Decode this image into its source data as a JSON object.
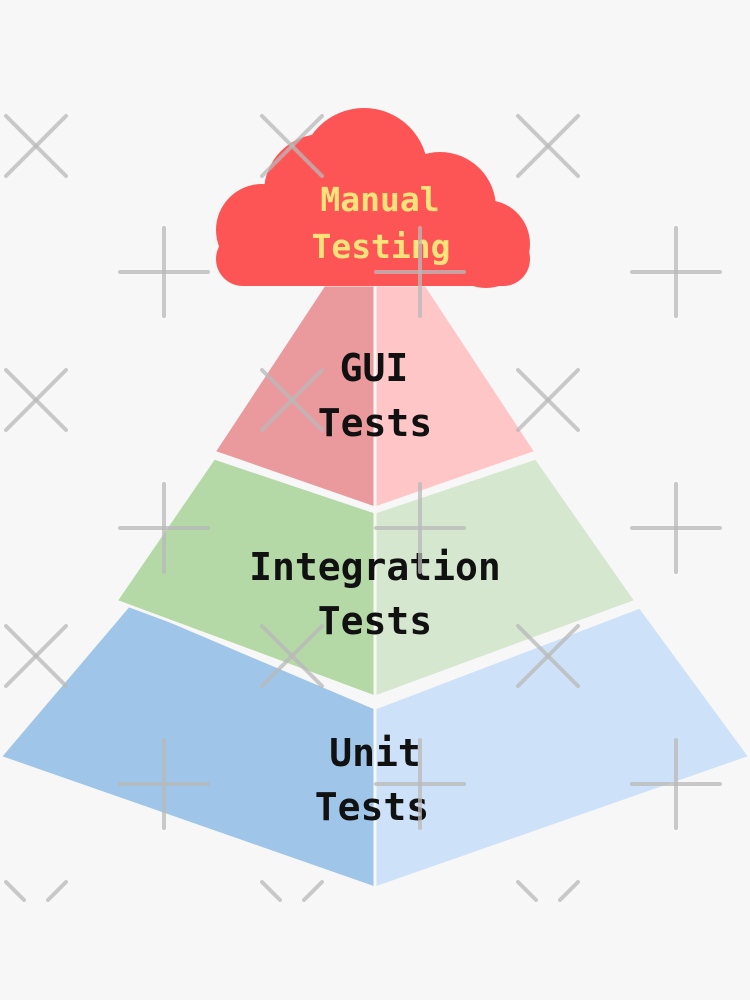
{
  "diagram": {
    "cloud": {
      "line1": "Manual",
      "line2": "Testing",
      "fill": "#fd5555",
      "text_color": "#ffe27a"
    },
    "tiers": [
      {
        "line1": "GUI",
        "line2": "Tests",
        "fill_left": "#ea9a9d",
        "fill_right": "#ffc6c7"
      },
      {
        "line1": "Integration",
        "line2": "Tests",
        "fill_left": "#b4d8a6",
        "fill_right": "#d5e8cf"
      },
      {
        "line1": "Unit",
        "line2": "Tests",
        "fill_left": "#9fc5e8",
        "fill_right": "#cde2f8"
      }
    ],
    "label_color": "#111111",
    "watermark_icons": [
      "x-mark-icon",
      "plus-mark-icon"
    ]
  }
}
